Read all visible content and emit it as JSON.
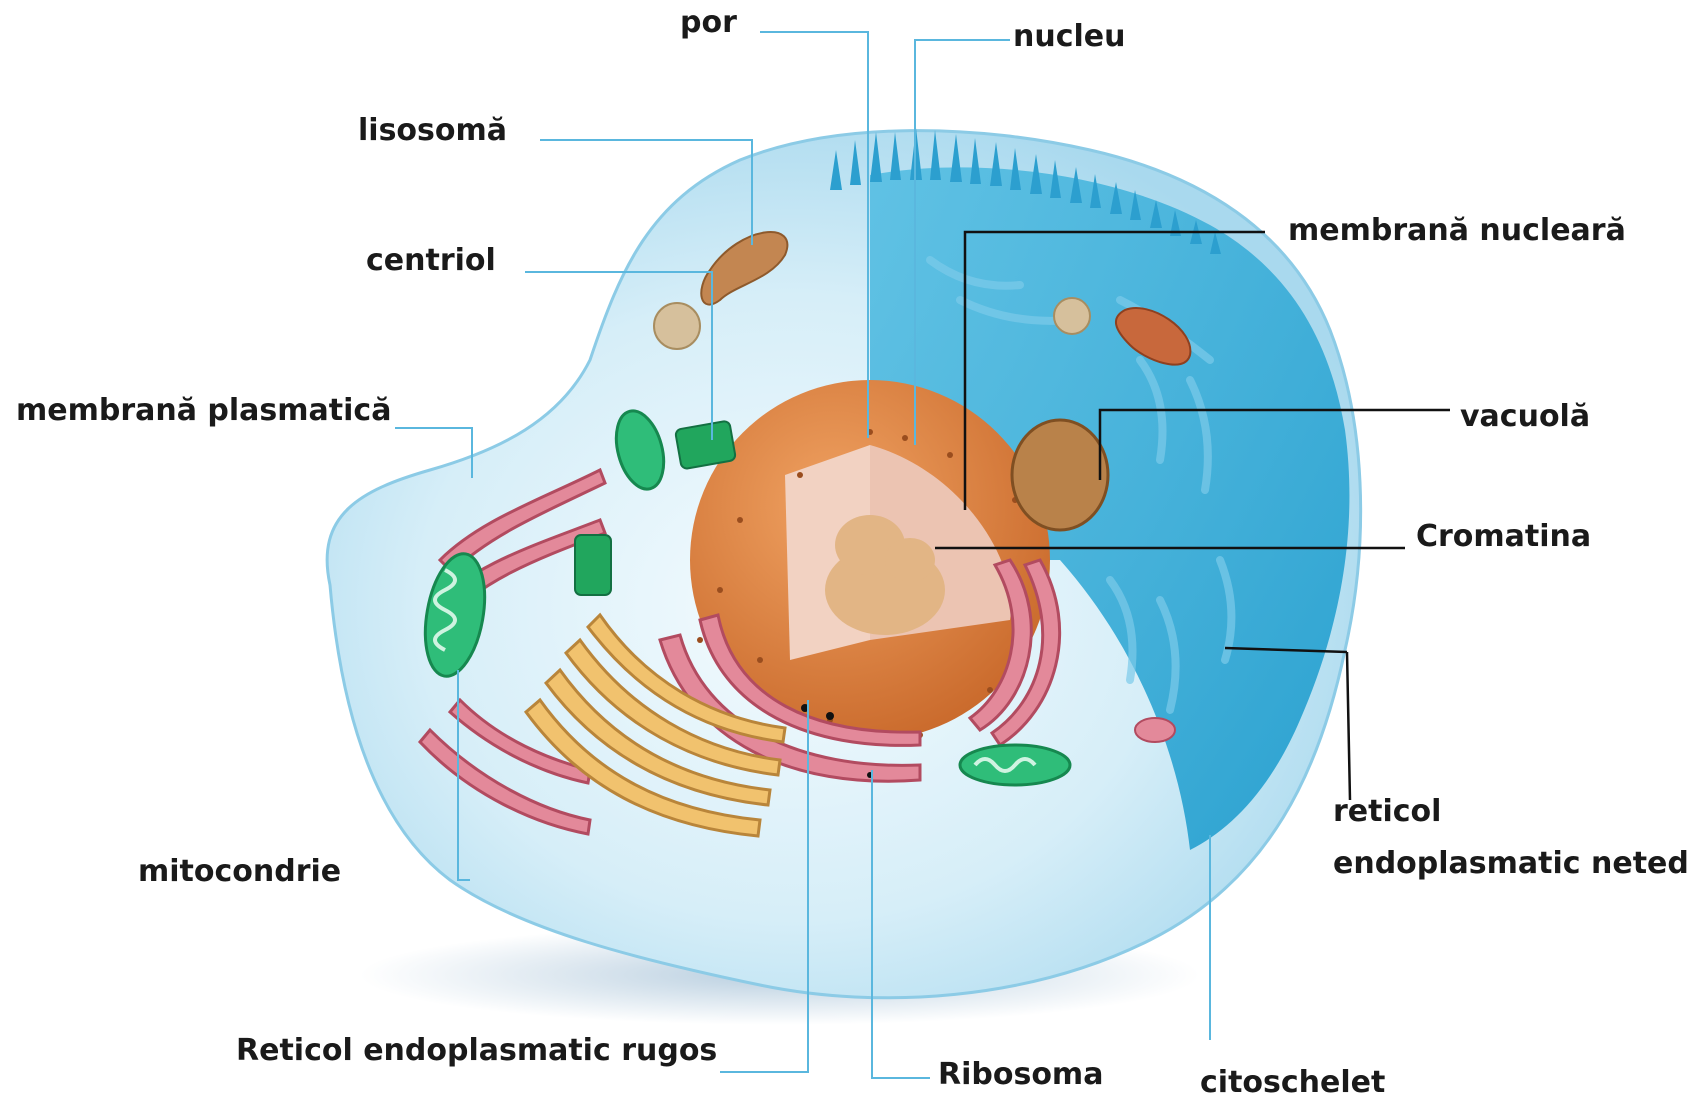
{
  "diagram": {
    "colors": {
      "cytoplasm": "#bfe2f0",
      "cut_face": "#2fa8d6",
      "nucleus_outer": "#e0843e",
      "nucleus_inner": "#f2d2c2",
      "chromatin": "#e7bd8d",
      "rough_er": "#e07a8c",
      "golgi": "#f1c26e",
      "mitochondria": "#2fbd79",
      "centriole": "#21a65d",
      "lysosome": "#c38651",
      "vacuole": "#b9824a",
      "leader_black": "#111111",
      "leader_blue": "#5ab7de"
    },
    "labels": {
      "por": "por",
      "nucleu": "nucleu",
      "lisosoma": "lisosomă",
      "centriol": "centriol",
      "membrana_nucleara": "membrană nucleară",
      "membrana_plasmatica": "membrană plasmatică",
      "vacuola": "vacuolă",
      "cromatina": "Cromatina",
      "reticol_neted": "reticol endoplasmatic neted",
      "mitocondrie": "mitocondrie",
      "reticol_rugos": "Reticol endoplasmatic rugos",
      "ribosoma": "Ribosoma",
      "citoschelet": "citoschelet"
    }
  }
}
